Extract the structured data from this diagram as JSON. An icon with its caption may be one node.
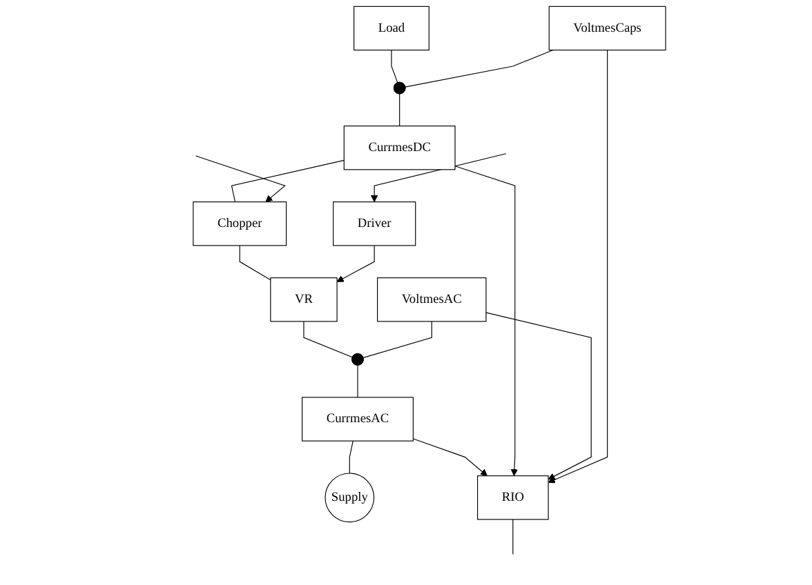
{
  "diagram": {
    "nodes": [
      {
        "text": [
          "Load"
        ]
      },
      {
        "text": [
          "VoltmesCaps"
        ]
      },
      {
        "text": [],
        "shape": "circle"
      },
      {
        "text": [
          "CurrmesDC"
        ]
      },
      {
        "text": [
          "Chopper"
        ]
      },
      {
        "text": [
          "VR"
        ]
      },
      {
        "text": [
          "Driver"
        ]
      },
      {
        "text": [
          "VoltmesAC"
        ]
      },
      {
        "text": [],
        "shape": "circle"
      },
      {
        "text": [
          "CurrmesAC"
        ]
      },
      {
        "text": [
          "Supply"
        ]
      },
      {
        "text": [
          "RIO"
        ]
      }
    ],
    "edges": [
      {
        "from": 0,
        "to": 2,
        "arrow": "none"
      },
      {
        "from": 1,
        "to": 2,
        "arrow": "none"
      },
      {
        "from": 2,
        "to": 3,
        "arrow": "none"
      },
      {
        "from": 3,
        "to": 4,
        "arrow": "none"
      },
      {
        "from": null,
        "to": 4,
        "arrow": "to"
      },
      {
        "from": 4,
        "to": 5,
        "arrow": "none"
      },
      {
        "from": 6,
        "to": 5,
        "arrow": "to"
      },
      {
        "from": null,
        "to": 6,
        "arrow": "to"
      },
      {
        "from": 5,
        "to": 8,
        "arrow": "none"
      },
      {
        "from": 7,
        "to": 8,
        "arrow": "none"
      },
      {
        "from": 8,
        "to": 9,
        "arrow": "none"
      },
      {
        "from": 9,
        "to": 10,
        "arrow": "none"
      },
      {
        "from": 9,
        "to": 11,
        "arrow": "to"
      },
      {
        "from": 3,
        "to": 11,
        "arrow": "to"
      },
      {
        "from": 7,
        "to": 11,
        "arrow": "to"
      },
      {
        "from": 1,
        "to": 11,
        "arrow": "to"
      },
      {
        "from": 11,
        "to": null,
        "arrow": "none"
      }
    ]
  }
}
